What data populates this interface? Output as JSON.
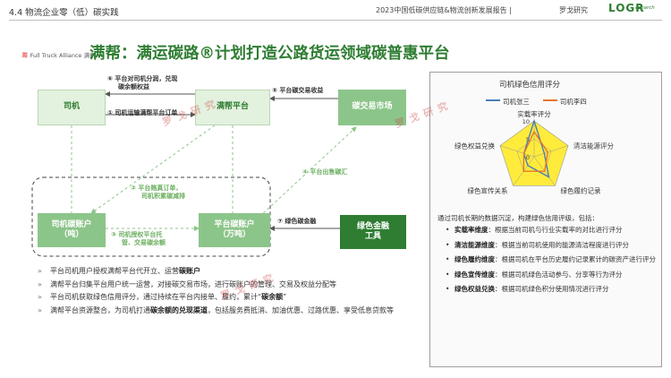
{
  "header": {
    "section": "4.4 物流企业零（低）碳实践",
    "report_title": "2023中国低碳供应链&物流创新发展报告",
    "separator": "|",
    "brand_cn": "罗戈研究",
    "logo_main": "LOGR",
    "logo_sub": "esearch"
  },
  "fta_logo": {
    "mark": "≋",
    "text": "Full Truck Alliance 满帮"
  },
  "title": "满帮：满运碳路®计划打造公路货运领域碳普惠平台",
  "diagram": {
    "boxes": {
      "driver": "司机",
      "platform": "满帮平台",
      "market": "碳交易市场",
      "driver_account_line1": "司机碳账户",
      "driver_account_line2": "（吨）",
      "platform_account_line1": "平台碳账户",
      "platform_account_line2": "（万吨）",
      "green_finance_line1": "绿色金融",
      "green_finance_line2": "工具"
    },
    "flows": {
      "f1_num": "①",
      "f1": "司机运输满帮平台订单",
      "f2_num": "②",
      "f2_line1": "平台赂真订单，",
      "f2_line2": "司机积累碳减排",
      "f3_num": "③",
      "f3_line1": "司机授权平台托",
      "f3_line2": "管、交易碳余额",
      "f4_num": "④",
      "f4": "平台出售碳汇",
      "f5_num": "⑤",
      "f5": "平台碳交易收益",
      "f6_num": "⑥",
      "f6_line1": "平台对司机分润，兑现",
      "f6_line2": "碳余额权益",
      "f7_num": "⑦",
      "f7": "绿色碳金融"
    }
  },
  "bullets": [
    {
      "pre": "平台司机用户授权满帮平台代开立、运营",
      "bold": "碳账户",
      "post": ""
    },
    {
      "pre": "满帮平台归集平台用户统一运营，对接碳交易市场，进行碳账户的管理、交易及权益分配等",
      "bold": "",
      "post": ""
    },
    {
      "pre": "平台司机获取绿色信用评分，通过持续在平台内接单、履约，累计“",
      "bold": "碳余额",
      "post": "”"
    },
    {
      "pre": "满帮平台资源整合，为司机打通",
      "bold": "碳余额的兑现渠道",
      "post": "，包括服务费抵消、加油优惠、过路优惠、享受低息贷款等"
    }
  ],
  "panel": {
    "radar_title": "司机绿色信用评分",
    "intro": "通过司机长期的数据沉淀，构建绿色信用评级，包括：",
    "dimensions": [
      {
        "name": "实载率维度",
        "desc": "：根据当前司机与行业实载率的对比进行评分"
      },
      {
        "name": "清洁能源维度",
        "desc": "：根据当前司机使用的能源清洁程度进行评分"
      },
      {
        "name": "绿色履约维度",
        "desc": "：根据司机在平台历史履约记录累计的碳资产进行评分"
      },
      {
        "name": "绿色宣传维度",
        "desc": "：根据司机绿色活动参与、分享等行为评分"
      },
      {
        "name": "绿色权益兑换",
        "desc": "：根据司机绿色积分使用情况进行评分"
      }
    ]
  },
  "chart_data": {
    "type": "radar",
    "title": "司机绿色信用评分",
    "axes": [
      "实载率评分",
      "清洁能源评分",
      "绿色履约记录",
      "绿色宣传关系",
      "绿色权益兑换"
    ],
    "ticks": [
      "0",
      "5",
      "10"
    ],
    "range": [
      0,
      10
    ],
    "legend_position": "top",
    "series": [
      {
        "name": "司机张三",
        "color": "#4a7ebb",
        "values": [
          10,
          3,
          7,
          3,
          3
        ]
      },
      {
        "name": "司机李四",
        "color": "#e8762c",
        "values": [
          7,
          4,
          5,
          5,
          3
        ]
      }
    ],
    "fill_color": "#ffeb3b"
  },
  "watermark": {
    "text": "罗 戈 研 究"
  }
}
